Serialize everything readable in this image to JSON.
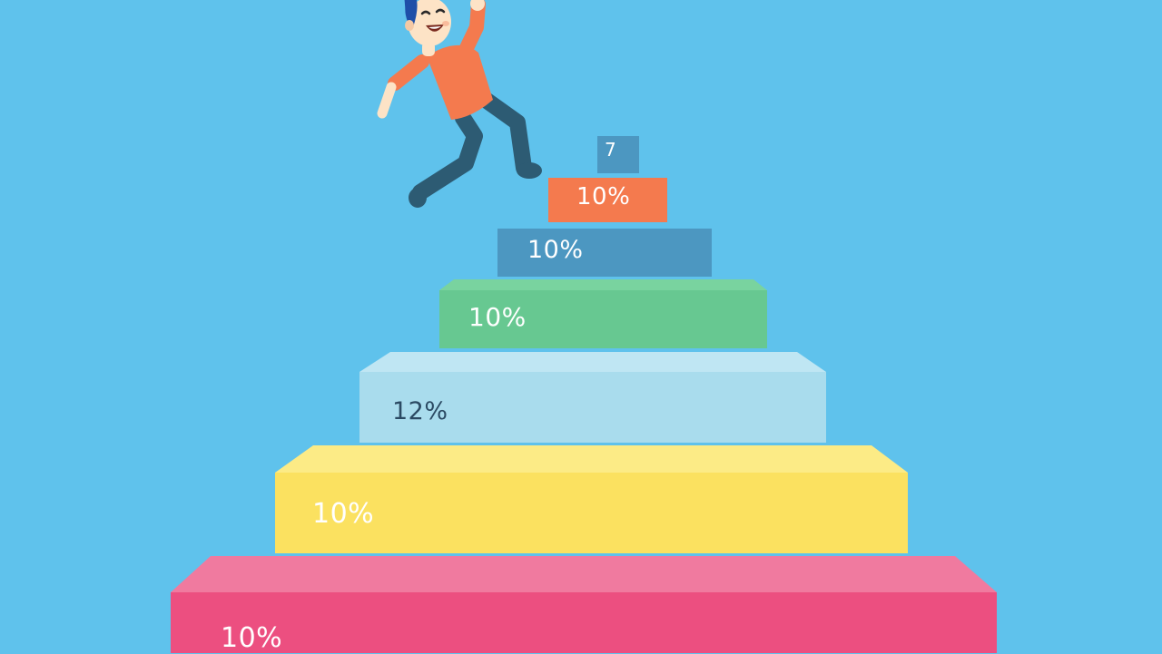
{
  "steps": [
    {
      "label": "7",
      "color": "#4c97c1",
      "top_color": "#5aa3cc",
      "text_color": "#ffffff"
    },
    {
      "label": "10%",
      "color": "#f47a4e",
      "top_color": "#f68a5e",
      "text_color": "#ffffff"
    },
    {
      "label": "10%",
      "color": "#4c97c1",
      "top_color": "#5aa6cf",
      "text_color": "#ffffff"
    },
    {
      "label": "10%",
      "color": "#67c891",
      "top_color": "#79d39f",
      "text_color": "#ffffff"
    },
    {
      "label": "12%",
      "color": "#a9dced",
      "top_color": "#bfe6f3",
      "text_color": "#2b4a63"
    },
    {
      "label": "10%",
      "color": "#fbe160",
      "top_color": "#fceb86",
      "text_color": "#ffffff"
    },
    {
      "label": "10%",
      "color": "#ec4f80",
      "top_color": "#f07a9f",
      "text_color": "#ffffff"
    }
  ],
  "character": {
    "icon": "boy-climbing-icon",
    "shirt_color": "#f47a4e",
    "pants_color": "#2d5b73",
    "hair_color": "#1e4fa8",
    "skin_color": "#fde3c6"
  },
  "background_color": "#5fc2ec"
}
